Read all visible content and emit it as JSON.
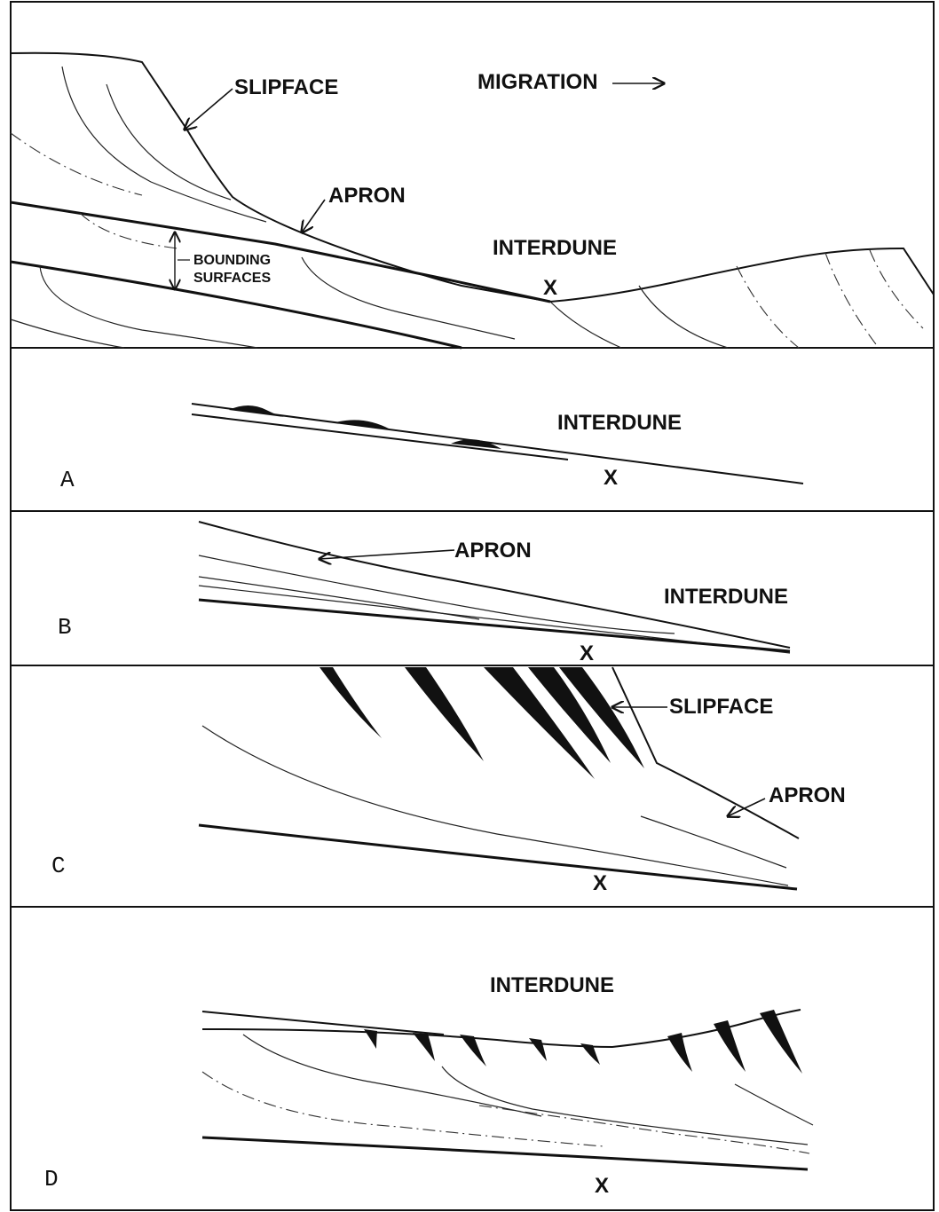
{
  "top_panel": {
    "slipface": "SLIPFACE",
    "migration": "MIGRATION",
    "apron": "APRON",
    "interdune": "INTERDUNE",
    "bounding_1": "BOUNDING",
    "bounding_2": "SURFACES",
    "x_mark": "X"
  },
  "panel_a": {
    "letter": "A",
    "interdune": "INTERDUNE",
    "x_mark": "X"
  },
  "panel_b": {
    "letter": "B",
    "apron": "APRON",
    "interdune": "INTERDUNE",
    "x_mark": "X"
  },
  "panel_c": {
    "letter": "C",
    "slipface": "SLIPFACE",
    "apron": "APRON",
    "x_mark": "X"
  },
  "panel_d": {
    "letter": "D",
    "interdune": "INTERDUNE",
    "x_mark": "X"
  }
}
